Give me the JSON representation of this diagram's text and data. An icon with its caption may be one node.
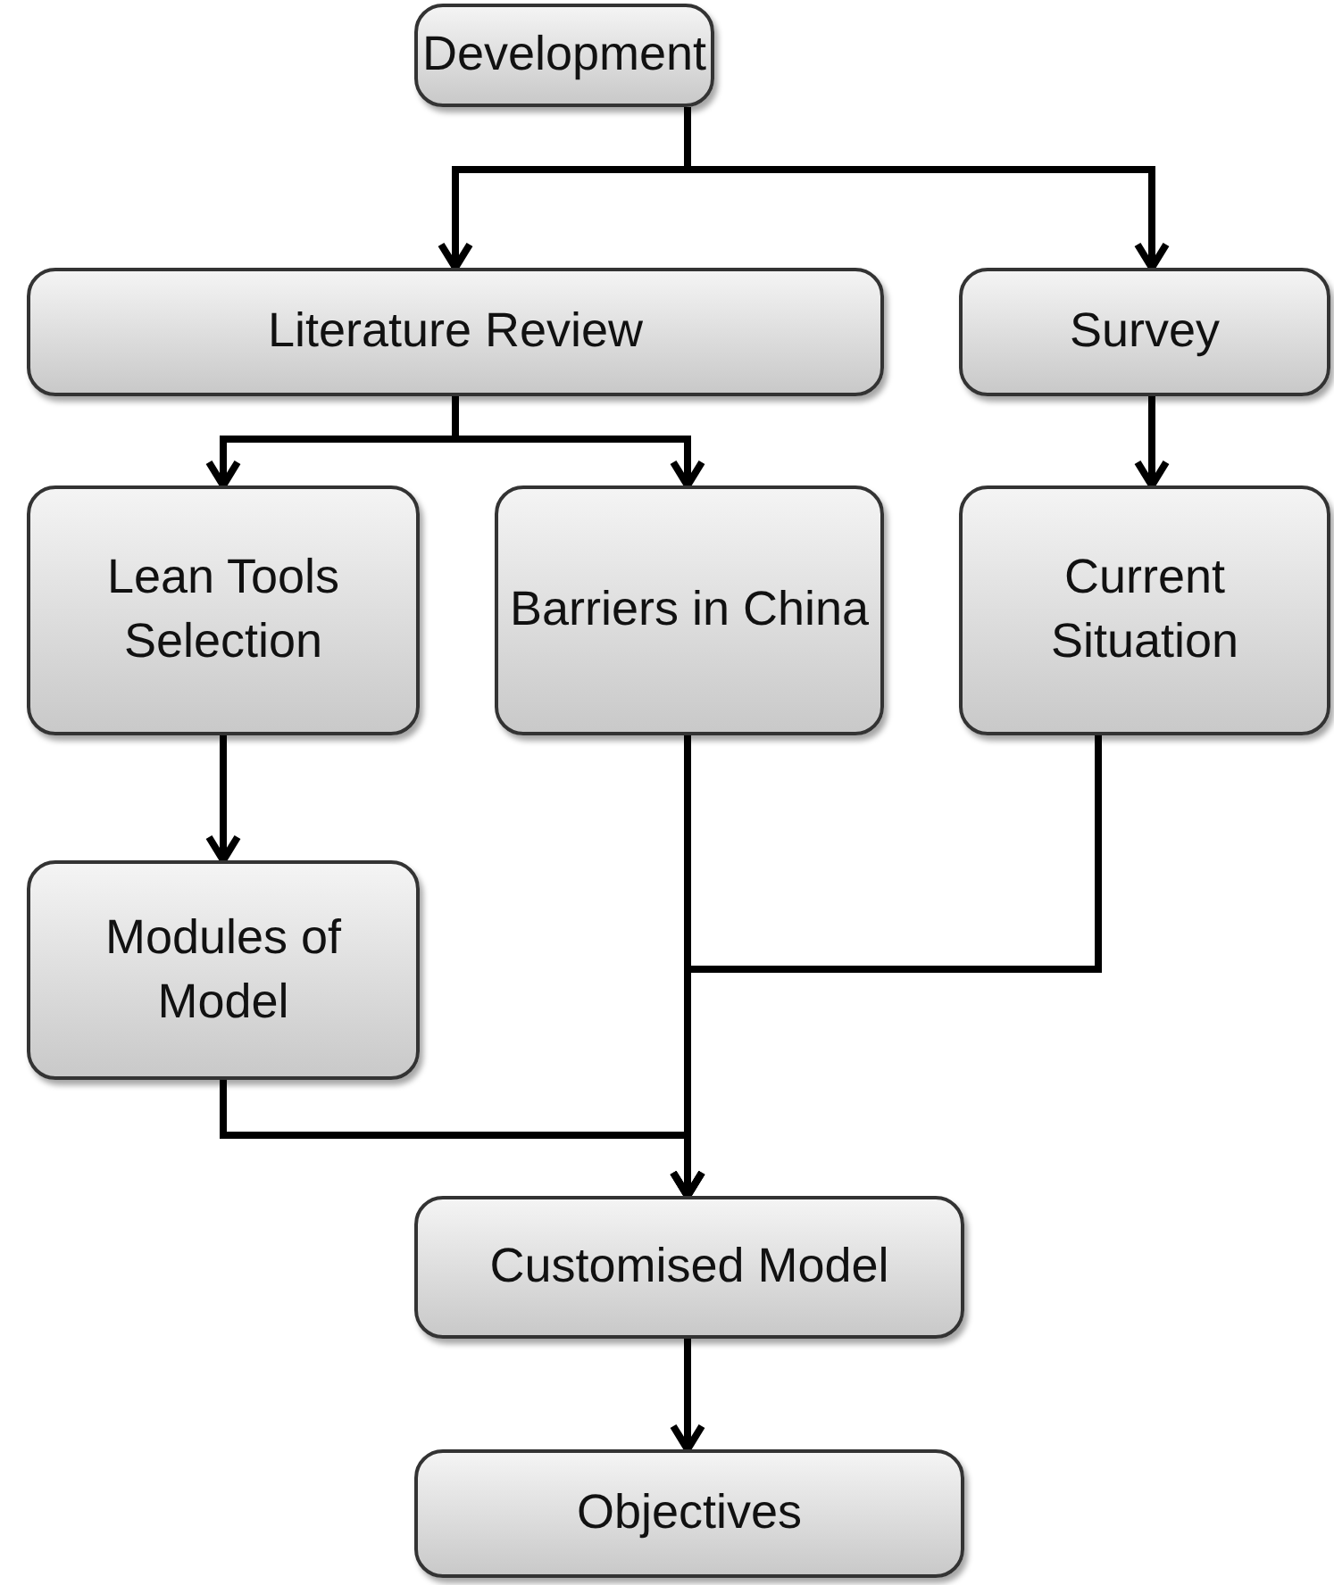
{
  "diagram": {
    "nodes": [
      {
        "text": [
          "Development"
        ]
      },
      {
        "text": [
          "Literature Review"
        ]
      },
      {
        "text": [
          "Survey"
        ]
      },
      {
        "text": [
          "Lean Tools Selection"
        ]
      },
      {
        "text": [
          "Barriers in China"
        ]
      },
      {
        "text": [
          "Current Situation"
        ]
      },
      {
        "text": [
          "Modules of Model"
        ]
      },
      {
        "text": [
          "Customised Model"
        ]
      },
      {
        "text": [
          "Objectives"
        ]
      }
    ],
    "edges": [
      {
        "from": 0,
        "to": 1,
        "arrow": "to"
      },
      {
        "from": 0,
        "to": 2,
        "arrow": "to"
      },
      {
        "from": 1,
        "to": 3,
        "arrow": "to"
      },
      {
        "from": 1,
        "to": 4,
        "arrow": "to"
      },
      {
        "from": 2,
        "to": 5,
        "arrow": "to"
      },
      {
        "from": 3,
        "to": 6,
        "arrow": "to"
      },
      {
        "from": 6,
        "to": 7,
        "arrow": "to"
      },
      {
        "from": 4,
        "to": 7,
        "arrow": "to"
      },
      {
        "from": 5,
        "to": 7,
        "arrow": "to"
      },
      {
        "from": 7,
        "to": 8,
        "arrow": "to"
      }
    ]
  }
}
